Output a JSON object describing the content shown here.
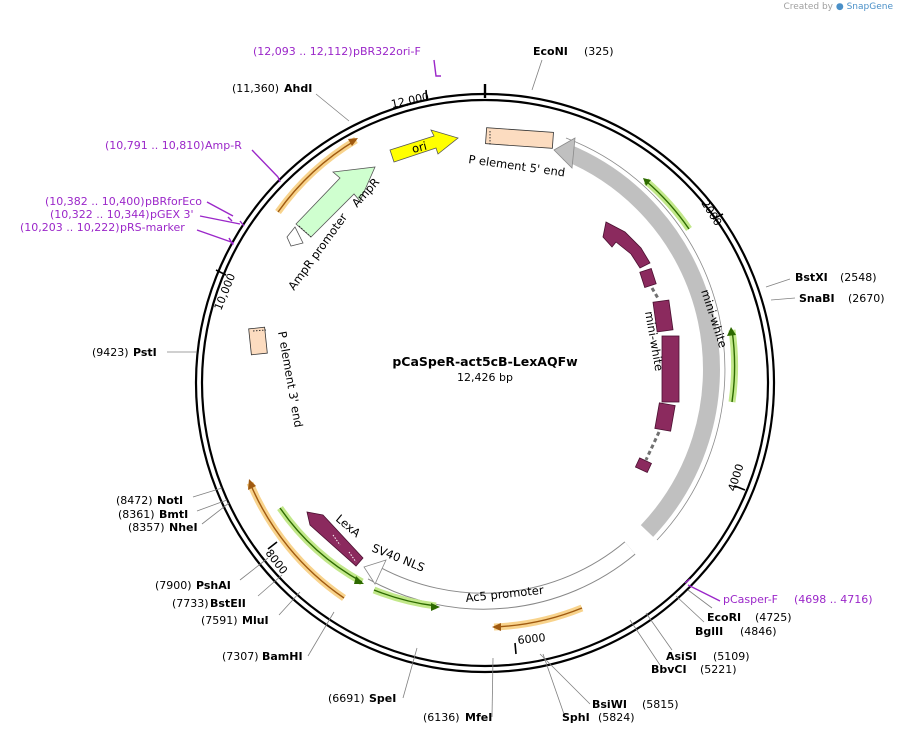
{
  "credit": {
    "prefix": "Created by",
    "brand": "SnapGene"
  },
  "plasmid": {
    "name": "pCaSpeR-act5cB-LexAQFw",
    "size_label": "12,426 bp",
    "length": 12426
  },
  "ticks": [
    {
      "pos": 2000,
      "label": "2000"
    },
    {
      "pos": 4000,
      "label": "4000"
    },
    {
      "pos": 6000,
      "label": "6000"
    },
    {
      "pos": 8000,
      "label": "8000"
    },
    {
      "pos": 10000,
      "label": "10,000"
    },
    {
      "pos": 12000,
      "label": "12,000"
    }
  ],
  "sites": [
    {
      "name": "EcoNI",
      "pos_label": "(325)"
    },
    {
      "name": "BstXI",
      "pos_label": "(2548)"
    },
    {
      "name": "SnaBI",
      "pos_label": "(2670)"
    },
    {
      "name": "EcoRI",
      "pos_label": "(4725)"
    },
    {
      "name": "BglII",
      "pos_label": "(4846)"
    },
    {
      "name": "AsiSI",
      "pos_label": "(5109)"
    },
    {
      "name": "BbvCI",
      "pos_label": "(5221)"
    },
    {
      "name": "BsiWI",
      "pos_label": "(5815)"
    },
    {
      "name": "SphI",
      "pos_label": "(5824)"
    },
    {
      "name": "MfeI",
      "pos_label": "(6136)"
    },
    {
      "name": "SpeI",
      "pos_label": "(6691)"
    },
    {
      "name": "BamHI",
      "pos_label": "(7307)"
    },
    {
      "name": "MluI",
      "pos_label": "(7591)"
    },
    {
      "name": "BstEII",
      "pos_label": "(7733)"
    },
    {
      "name": "PshAI",
      "pos_label": "(7900)"
    },
    {
      "name": "NheI",
      "pos_label": "(8357)"
    },
    {
      "name": "BmtI",
      "pos_label": "(8361)"
    },
    {
      "name": "NotI",
      "pos_label": "(8472)"
    },
    {
      "name": "PstI",
      "pos_label": "(9423)"
    },
    {
      "name": "AhdI",
      "pos_label": "(11,360)"
    }
  ],
  "primers": [
    {
      "name": "pBR322ori-F",
      "range": "(12,093 .. 12,112)"
    },
    {
      "name": "Amp-R",
      "range": "(10,791 .. 10,810)"
    },
    {
      "name": "pBRforEco",
      "range": "(10,382 .. 10,400)"
    },
    {
      "name": "pGEX 3'",
      "range": "(10,322 .. 10,344)"
    },
    {
      "name": "pRS-marker",
      "range": "(10,203 .. 10,222)"
    },
    {
      "name": "pCasper-F",
      "range": "(4698 .. 4716)"
    }
  ],
  "features": {
    "p5": "P element 5' end",
    "miniwhite_outer": "mini-white",
    "miniwhite_inner": "mini-white",
    "ac5": "Ac5 promoter",
    "sv40": "SV40 NLS",
    "lexa": "LexA",
    "p3": "P element 3' end",
    "ampr_promoter": "AmpR promoter",
    "ampr": "AmpR",
    "ori": "ori"
  },
  "colors": {
    "backbone": "#000000",
    "primer": "#9b27c9",
    "gray_feature": "#c0c0c0",
    "orf_magenta": "#8b2a5e",
    "orf_orange": "#f0a830",
    "orf_green": "#7fc41a",
    "ori_yellow": "#ffff00",
    "peach": "#fcdcc0",
    "ampr_green": "#cfffcf"
  }
}
